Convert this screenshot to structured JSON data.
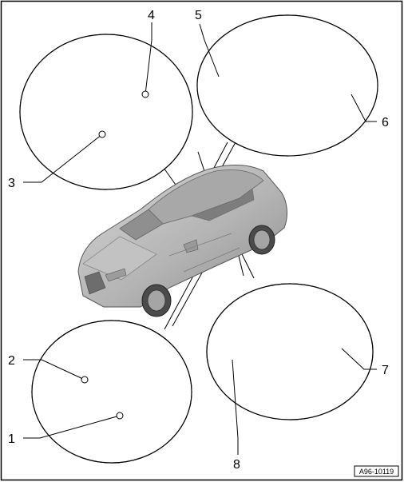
{
  "callouts": [
    "1",
    "2",
    "3",
    "4",
    "5",
    "6",
    "7",
    "8"
  ],
  "reference_code": "A96-10119",
  "colors": {
    "highlight_part": "#6c8fb0",
    "body_grey": "#b9b9b9",
    "line": "#000000"
  }
}
